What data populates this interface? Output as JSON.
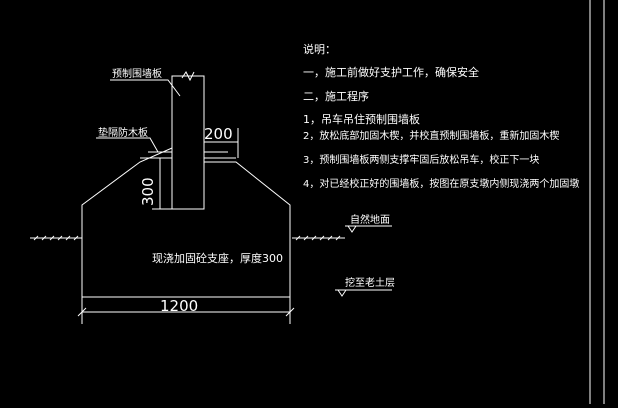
{
  "labels": {
    "precast_panel": "预制围墙板",
    "waterproof_board": "垫隔防木板",
    "dim_200": "200",
    "dim_300": "300",
    "dim_1200": "1200",
    "base_note": "现浇加固砼支座，厚度300",
    "natural_ground": "自然地面",
    "dig_to_old_soil": "挖至老土层"
  },
  "notes": {
    "title": "说明：",
    "line1": "一，施工前做好支护工作，确保安全",
    "line2": "二，施工程序",
    "step1": "1，吊车吊住预制围墙板",
    "step2": "2，放松底部加固木楔，并校直预制围墙板，重新加固木楔",
    "step3": "3，预制围墙板两侧支撑牢固后放松吊车，校正下一块",
    "step4": "4，对已经校正好的围墙板，按图在原支墩内侧现浇两个加固墩"
  },
  "colors": {
    "background": "#000000",
    "lines": "#ffffff",
    "accent": "#00ffff"
  }
}
